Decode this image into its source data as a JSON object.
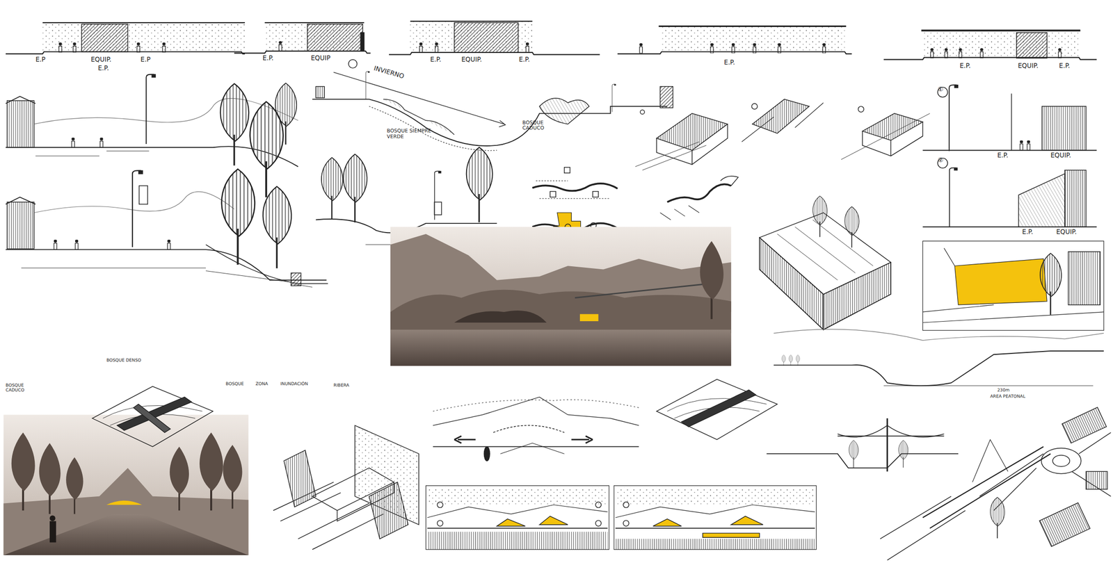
{
  "diagram": {
    "labels": [
      "E.P",
      "EQUIP.",
      "E.P",
      "E.P.",
      "E.P.",
      "EQUIP",
      "E.P.",
      "EQUIP.",
      "E.P.",
      "E.P.",
      "E.P.",
      "EQUIP.",
      "E.P.",
      "INVIERNO",
      "BOSQUE SIEMPRE VERDE",
      "BOSQUE CADUCO",
      "①",
      "E.P.",
      "EQUIP.",
      "②",
      "E.P.",
      "EQUIP.",
      "BOSQUE CADUCO",
      "BOSQUE",
      "ZONA",
      "INUNDACIÓN",
      "RIBERA",
      "BOSQUE DENSO",
      "230m",
      "AREA PEATONAL"
    ]
  }
}
